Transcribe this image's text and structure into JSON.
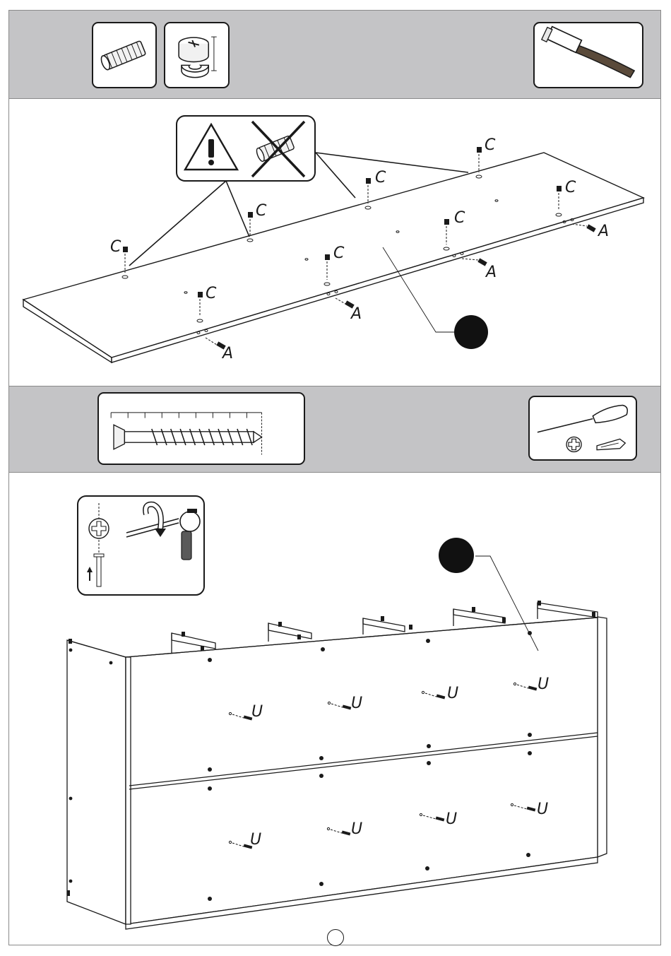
{
  "labels": {
    "cam_lock": "C",
    "dowel": "A",
    "screw": "U"
  },
  "colors": {
    "band": "#c4c4c6",
    "ink": "#1a1a1a",
    "panel_marker": "#111111"
  },
  "icons": {
    "top_left": [
      "wooden-dowel-icon",
      "cam-lock-fitting-icon"
    ],
    "top_right": [
      "hammer-icon"
    ],
    "warning": [
      "warning-triangle-icon",
      "no-dowel-icon"
    ],
    "mid_left": [
      "screw-length-ruler-icon"
    ],
    "mid_right": [
      "screwdriver-icon",
      "phillips-head-icon",
      "pozidriv-head-icon"
    ],
    "inset": [
      "cam-screw-insert-icon",
      "cam-lock-turn-icon"
    ]
  },
  "page_number": ""
}
